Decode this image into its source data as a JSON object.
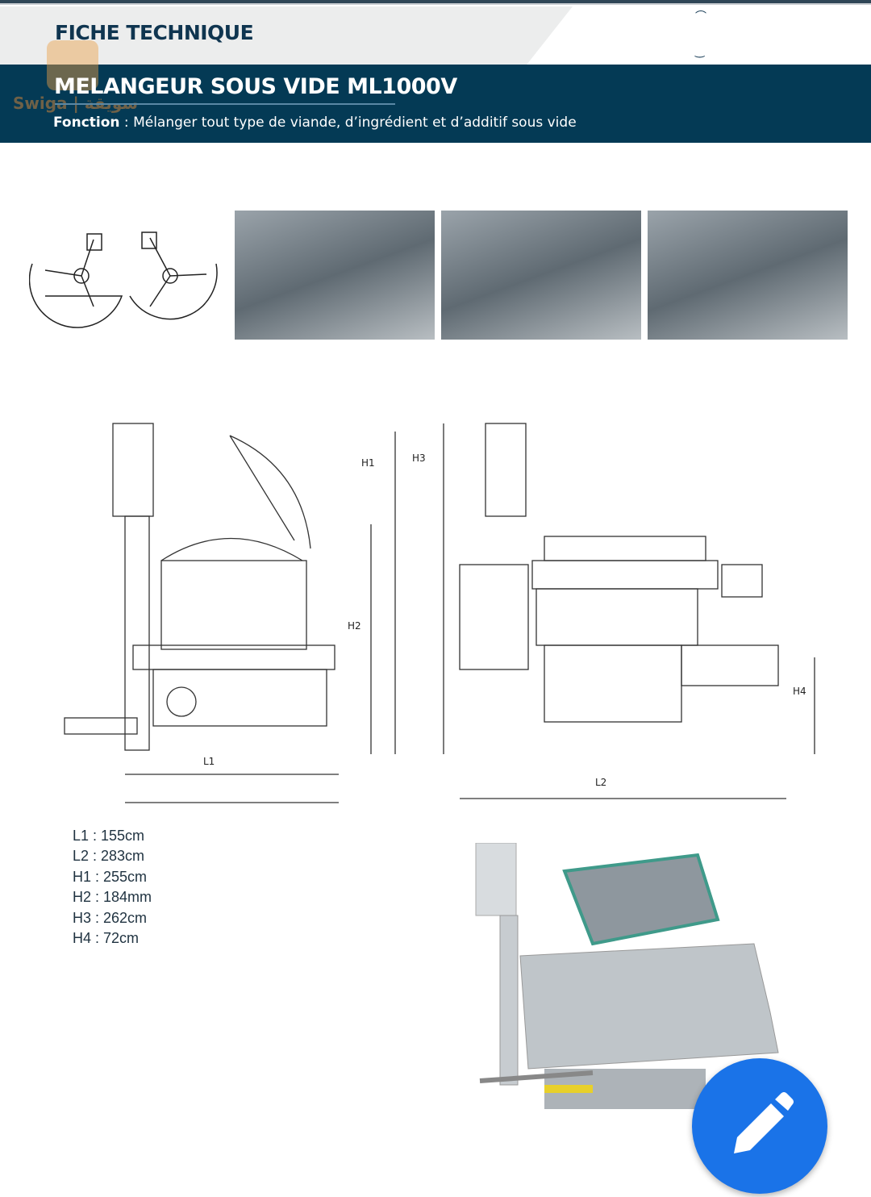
{
  "header": {
    "section": "FICHE TECHNIQUE",
    "product": "MELANGEUR SOUS VIDE ML1000V",
    "function_label": "Fonction",
    "function_text": " : Mélanger tout type de viande, d’ingrédient et d’additif sous vide",
    "watermark": "Swiga | سويقة"
  },
  "diagram_labels": {
    "h1": "H1",
    "h2": "H2",
    "h3": "H3",
    "h4": "H4",
    "l1": "L1",
    "l2": "L2"
  },
  "specs": [
    "L1 : 155cm",
    "L2 : 283cm",
    "H1 : 255cm",
    "H2 : 184mm",
    "H3 : 262cm",
    "H4 : 72cm"
  ],
  "fab": {
    "icon": "pencil-icon"
  }
}
